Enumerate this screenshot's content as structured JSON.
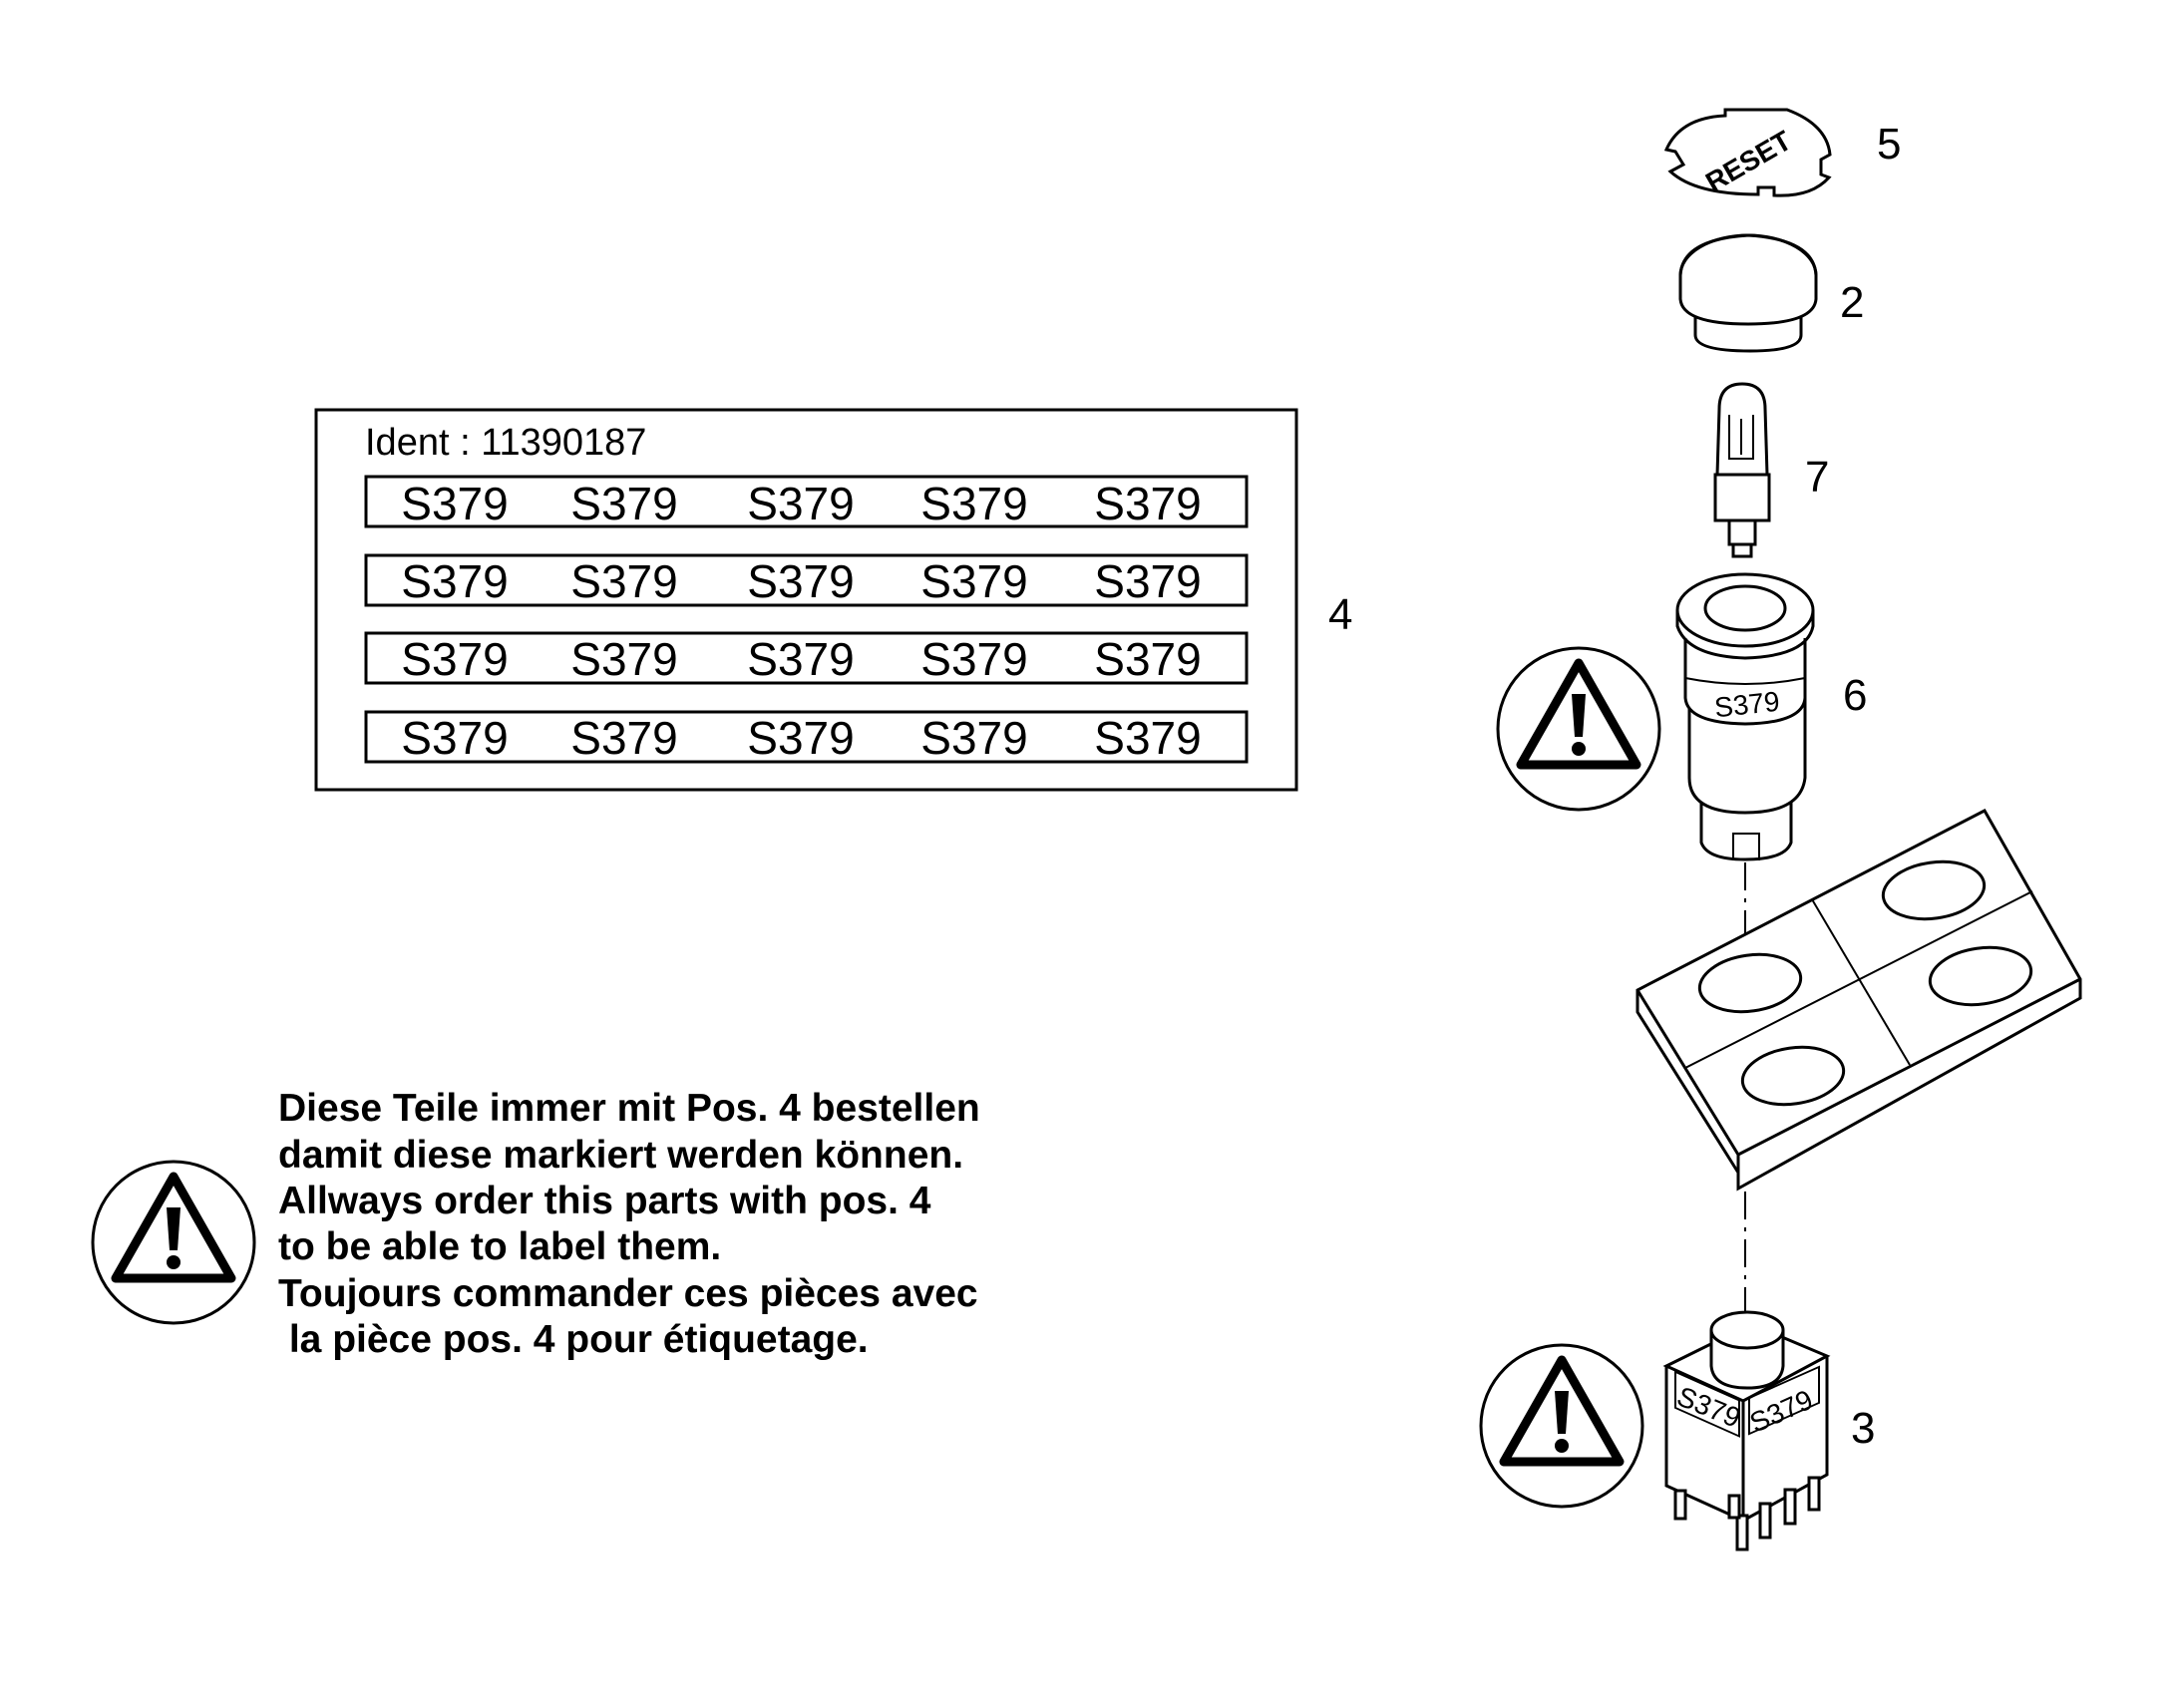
{
  "label_sheet": {
    "ident": "Ident : 11390187",
    "rows": [
      [
        "S379",
        "S379",
        "S379",
        "S379",
        "S379"
      ],
      [
        "S379",
        "S379",
        "S379",
        "S379",
        "S379"
      ],
      [
        "S379",
        "S379",
        "S379",
        "S379",
        "S379"
      ],
      [
        "S379",
        "S379",
        "S379",
        "S379",
        "S379"
      ]
    ]
  },
  "positions": {
    "pos2": "2",
    "pos3": "3",
    "pos4": "4",
    "pos5": "5",
    "pos6": "6",
    "pos7": "7"
  },
  "parts": {
    "reset_cap_text": "RESET",
    "sleeve_label": "S379",
    "switch_label_left": "S379",
    "switch_label_right": "S379"
  },
  "note": {
    "lines": [
      "Diese Teile immer mit Pos. 4 bestellen",
      "damit diese markiert werden können.",
      "Allways order this parts with pos. 4",
      "to be able to label them.",
      "Toujours commander ces pièces avec",
      " la pièce pos. 4 pour étiquetage."
    ]
  }
}
